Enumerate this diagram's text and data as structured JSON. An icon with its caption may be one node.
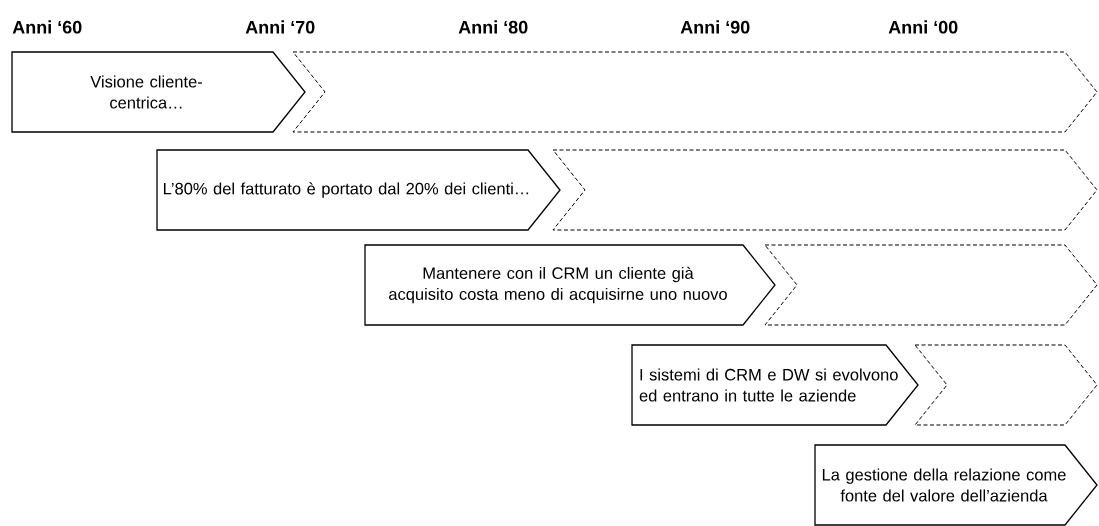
{
  "diagram": {
    "nodes": [
      {
        "text": [
          "Visione cliente-centrica…"
        ]
      },
      {
        "text": [],
        "shape": "chevron"
      },
      {
        "text": [
          "L’80% del fatturato è portato dal 20% dei clienti…"
        ]
      },
      {
        "text": [],
        "shape": "chevron"
      },
      {
        "text": [
          "Mantenere con il CRM un cliente già acquisito costa meno di acquisirne uno nuovo"
        ]
      },
      {
        "text": [],
        "shape": "chevron"
      },
      {
        "text": [
          "I sistemi di CRM e DW si evolvono ed entrano in tutte le aziende"
        ]
      },
      {
        "text": [],
        "shape": "chevron"
      },
      {
        "text": [
          "La gestione della relazione come fonte del valore dell’azienda"
        ]
      }
    ],
    "labels": [
      "Anni ‘60",
      "Anni ‘70",
      "Anni ‘80",
      "Anni ‘90",
      "Anni ‘00"
    ]
  }
}
